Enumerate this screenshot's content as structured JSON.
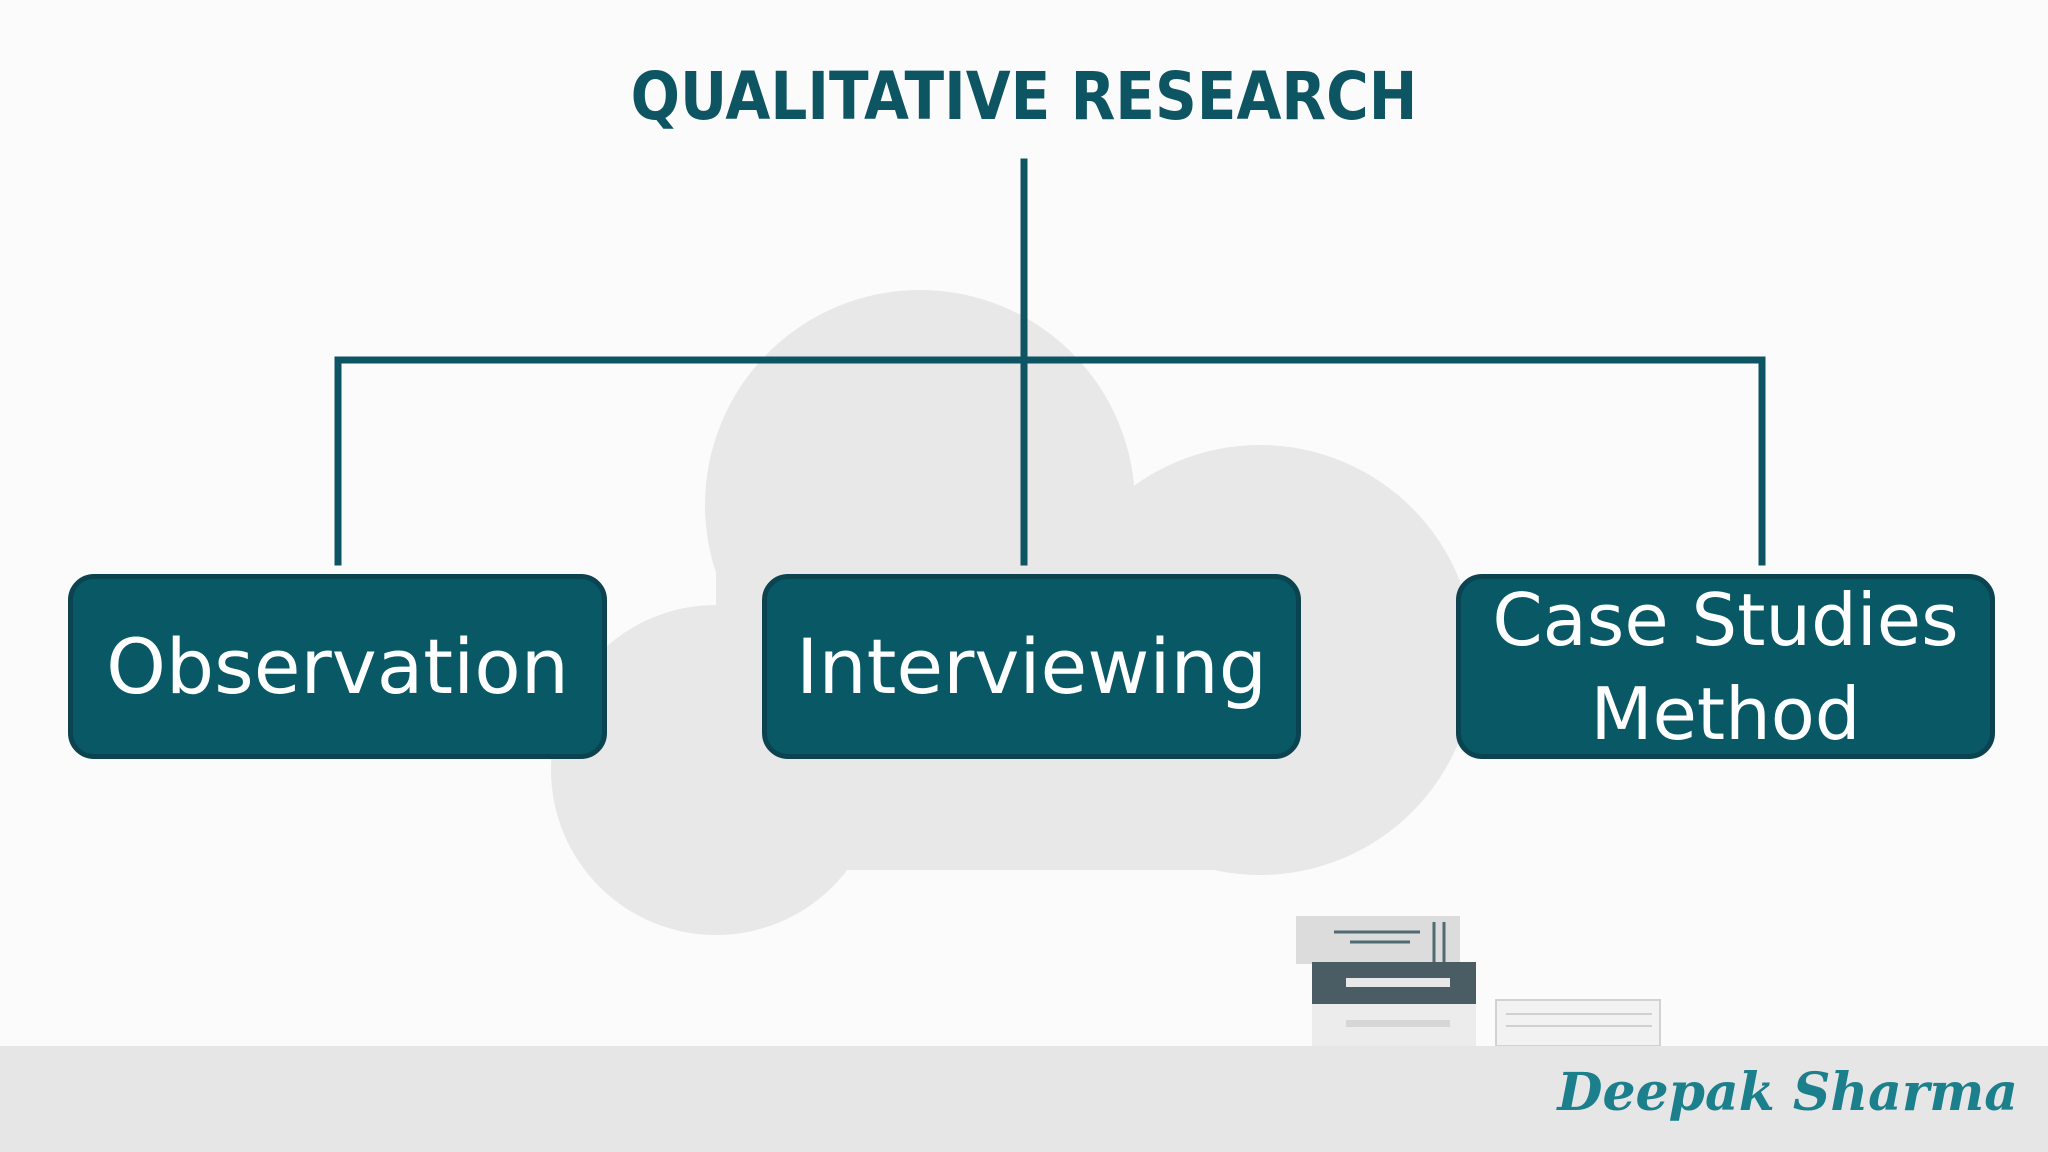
{
  "title": "QUALITATIVE RESEARCH",
  "nodes": [
    {
      "label": "Observation"
    },
    {
      "label": "Interviewing"
    },
    {
      "label_line1": "Case Studies",
      "label_line2": "Method"
    }
  ],
  "signature": "Deepak Sharma",
  "colors": {
    "accent": "#085866",
    "box_border": "#0c4350",
    "title": "#0d5563",
    "connector": "#0d5563",
    "signature": "#1b7f8c",
    "cloud": "#e9e8e9",
    "floor": "#e7e6e7"
  }
}
